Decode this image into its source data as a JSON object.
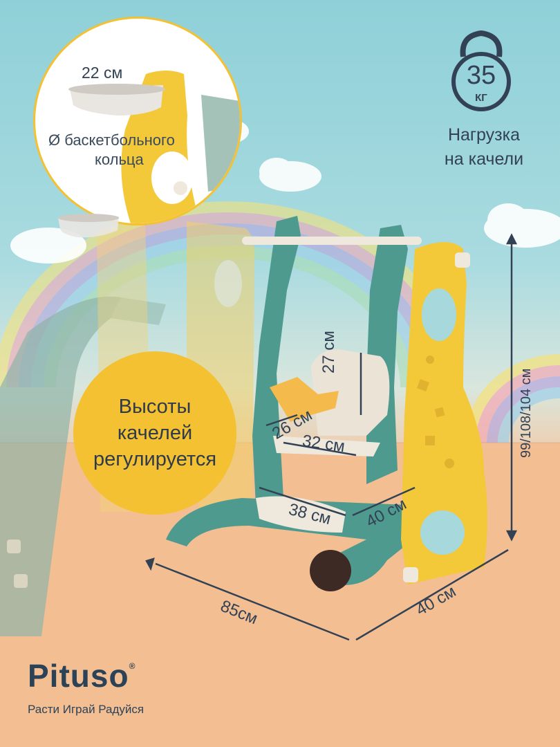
{
  "zoom_callout": {
    "ring_width": "22 см",
    "ring_label_line1": "Ø  баскетбольного",
    "ring_label_line2": "кольца"
  },
  "weight": {
    "value": "35",
    "unit": "КГ",
    "label_line1": "Нагрузка",
    "label_line2": "на качели"
  },
  "height_note": {
    "line1": "Высоты",
    "line2": "качелей",
    "line3": "регулируется"
  },
  "dimensions": {
    "seat_back_height": "27 см",
    "seat_depth": "26 см",
    "seat_width": "32 см",
    "base_width": "38 см",
    "base_depth": "40 см",
    "overall_height": "99/108/104 см",
    "overall_length": "85см",
    "overall_depth": "40 см"
  },
  "brand": {
    "name": "Pituso",
    "registered": "®",
    "tagline": "Расти Играй Радуйся"
  },
  "colors": {
    "teal": "#4e9a8f",
    "yellow": "#f3c93a",
    "cream": "#efe8dc",
    "accent": "#f3c132",
    "text": "#334154"
  }
}
